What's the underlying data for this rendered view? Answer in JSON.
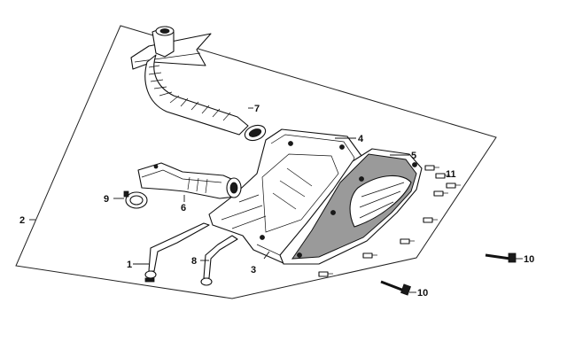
{
  "callouts": {
    "c1": "1",
    "c2": "2",
    "c3": "3",
    "c4": "4",
    "c5": "5",
    "c6": "6",
    "c7": "7",
    "c8": "8",
    "c9": "9",
    "c10a": "10",
    "c10b": "10",
    "c11": "11"
  },
  "parts": [
    "drain-tube-1",
    "assembly-outline-2",
    "air-cleaner-case-3",
    "case-gasket-4",
    "air-cleaner-cover-5",
    "connecting-tube-6",
    "intake-duct-7",
    "drain-tube-8",
    "hose-clamp-9",
    "bolt-10",
    "screw-11"
  ]
}
